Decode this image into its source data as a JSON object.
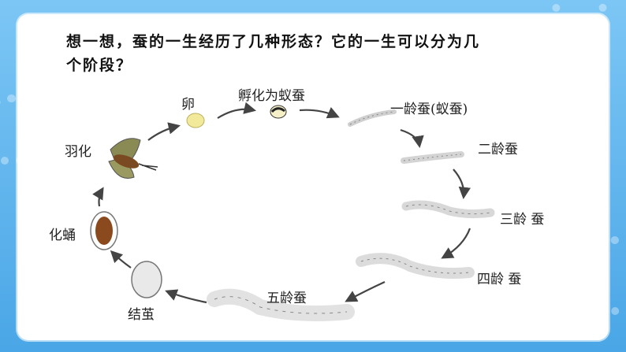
{
  "question_line1": "想一想，蚕的一生经历了几种形态？它的一生可以分为几",
  "question_line2": "个阶段？",
  "stages": {
    "egg": "卵",
    "hatch": "孵化为蚁蚕",
    "instar1": "一龄蚕(蚁蚕)",
    "instar2": "二龄蚕",
    "instar3": "三龄 蚕",
    "instar4": "四龄 蚕",
    "instar5": "五龄蚕",
    "cocoon": "结茧",
    "pupa": "化蛹",
    "moth": "羽化"
  },
  "colors": {
    "background": "#5fb3ea",
    "card": "#ffffff",
    "arrow": "#444444",
    "egg": "#f2ea9a",
    "pupa": "#8b4a1e"
  }
}
